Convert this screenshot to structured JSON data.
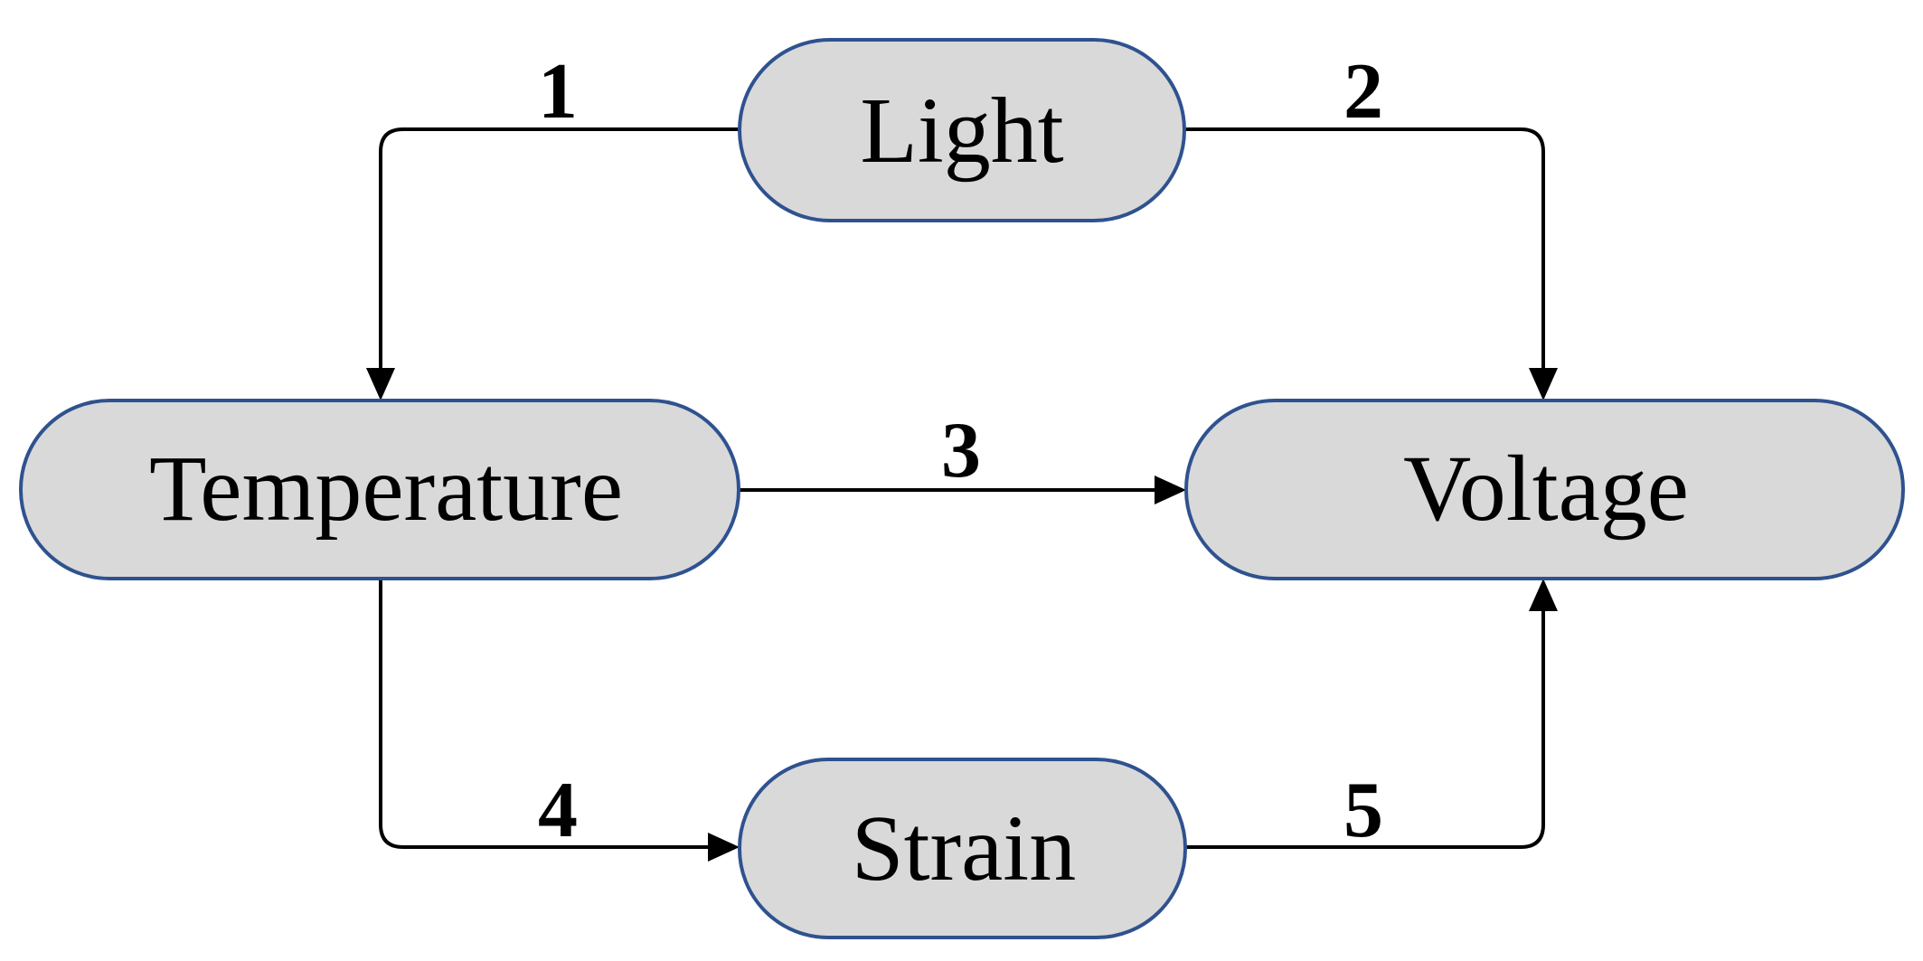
{
  "diagram": {
    "nodes": {
      "light": "Light",
      "temperature": "Temperature",
      "voltage": "Voltage",
      "strain": "Strain"
    },
    "edges": {
      "light_to_temperature": "1",
      "light_to_voltage": "2",
      "temperature_to_voltage": "3",
      "temperature_to_strain": "4",
      "strain_to_voltage": "5"
    },
    "colors": {
      "node_fill": "#d9d9d9",
      "node_border": "#2f528f",
      "line": "#000000"
    }
  }
}
